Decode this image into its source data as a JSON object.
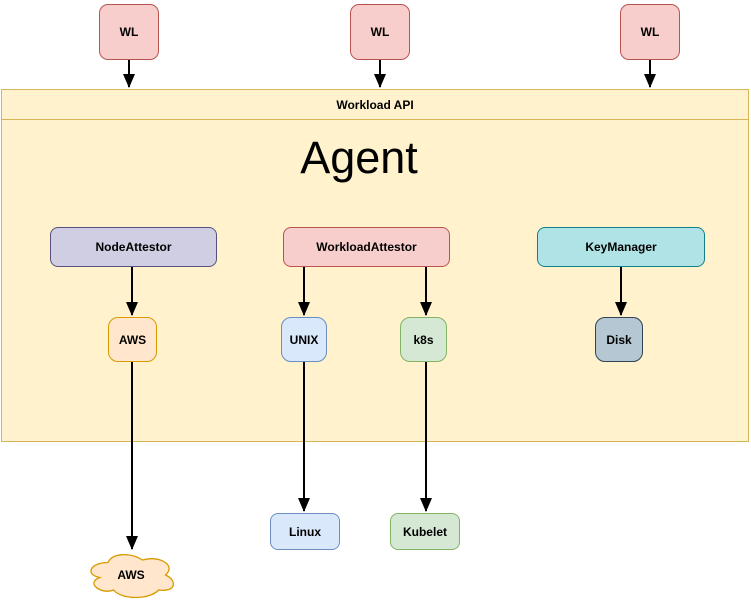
{
  "nodes": {
    "wl_1": {
      "label": "WL"
    },
    "wl_2": {
      "label": "WL"
    },
    "wl_3": {
      "label": "WL"
    },
    "workload_api": {
      "label": "Workload API"
    },
    "agent": {
      "label": "Agent"
    },
    "node_attestor": {
      "label": "NodeAttestor"
    },
    "workload_attestor": {
      "label": "WorkloadAttestor"
    },
    "key_manager": {
      "label": "KeyManager"
    },
    "node_attestor_aws": {
      "label": "AWS"
    },
    "workload_attestor_unix": {
      "label": "UNIX"
    },
    "workload_attestor_k8s": {
      "label": "k8s"
    },
    "key_manager_disk": {
      "label": "Disk"
    },
    "aws_cloud": {
      "label": "AWS"
    },
    "linux": {
      "label": "Linux"
    },
    "kubelet": {
      "label": "Kubelet"
    }
  },
  "edges": [
    {
      "from": "wl_1",
      "to": "workload_api"
    },
    {
      "from": "wl_2",
      "to": "workload_api"
    },
    {
      "from": "wl_3",
      "to": "workload_api"
    },
    {
      "from": "node_attestor",
      "to": "node_attestor_aws"
    },
    {
      "from": "workload_attestor",
      "to": "workload_attestor_unix"
    },
    {
      "from": "workload_attestor",
      "to": "workload_attestor_k8s"
    },
    {
      "from": "key_manager",
      "to": "key_manager_disk"
    },
    {
      "from": "node_attestor_aws",
      "to": "aws_cloud"
    },
    {
      "from": "workload_attestor_unix",
      "to": "linux"
    },
    {
      "from": "workload_attestor_k8s",
      "to": "kubelet"
    }
  ],
  "colors": {
    "pink_fill": "#f8cecc",
    "pink_stroke": "#b85450",
    "yellow_fill": "#fff2cc",
    "yellow_stroke": "#d6b656",
    "lavender_fill": "#d0cee2",
    "lavender_stroke": "#56517e",
    "orange_fill": "#ffe6cc",
    "orange_stroke": "#d79b00",
    "blue_fill": "#dae8fc",
    "blue_stroke": "#6c8ebf",
    "green_fill": "#d5e8d4",
    "green_stroke": "#82b366",
    "teal_fill": "#b0e3e6",
    "teal_stroke": "#0e8088",
    "gray_fill": "#b5c7d3",
    "gray_stroke": "#314354",
    "arrow": "#000000",
    "background": "#ffffff"
  }
}
